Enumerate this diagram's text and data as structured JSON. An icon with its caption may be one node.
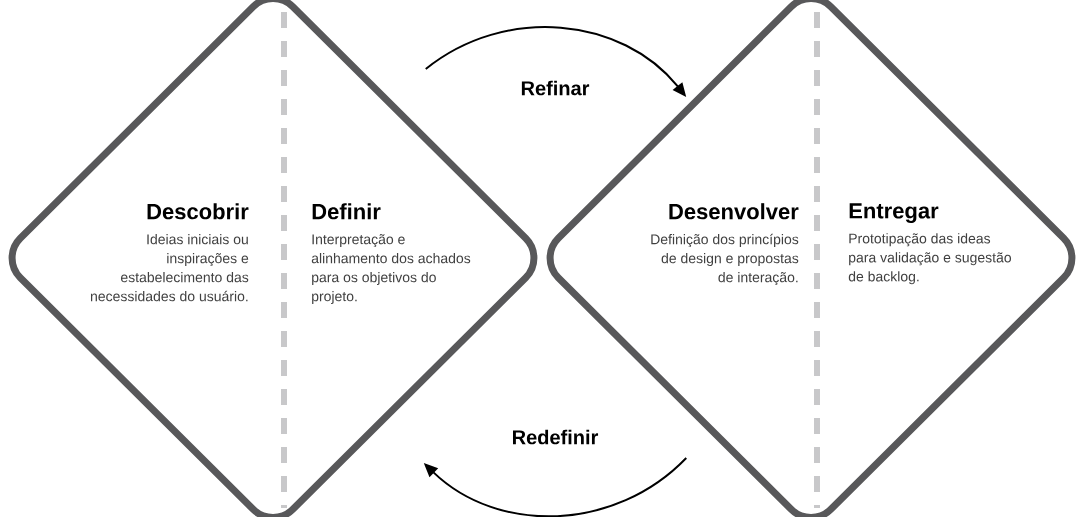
{
  "diagram": {
    "nodes": [
      {
        "text": [],
        "shape": "diamond"
      },
      {
        "text": [
          "Descobrir",
          "Ideias iniciais ou inspirações e estabelecimento das necessidades do usuário."
        ],
        "in": 0
      },
      {
        "text": [
          "Definir",
          "Interpretação e alinhamento dos achados para os objetivos do projeto."
        ],
        "in": 0
      },
      {
        "text": [],
        "shape": "diamond"
      },
      {
        "text": [
          "Desenvolver",
          "Definição dos princípios de design e propostas de interação."
        ],
        "in": 3
      },
      {
        "text": [
          "Entregar",
          "Prototipação das ideas para validação e sugestão de backlog."
        ],
        "in": 3
      }
    ],
    "edges": [
      {
        "from": 0,
        "to": 3,
        "arrow": "to",
        "label": "Refinar"
      },
      {
        "from": 3,
        "to": 0,
        "arrow": "to",
        "label": "Redefinir"
      }
    ]
  }
}
